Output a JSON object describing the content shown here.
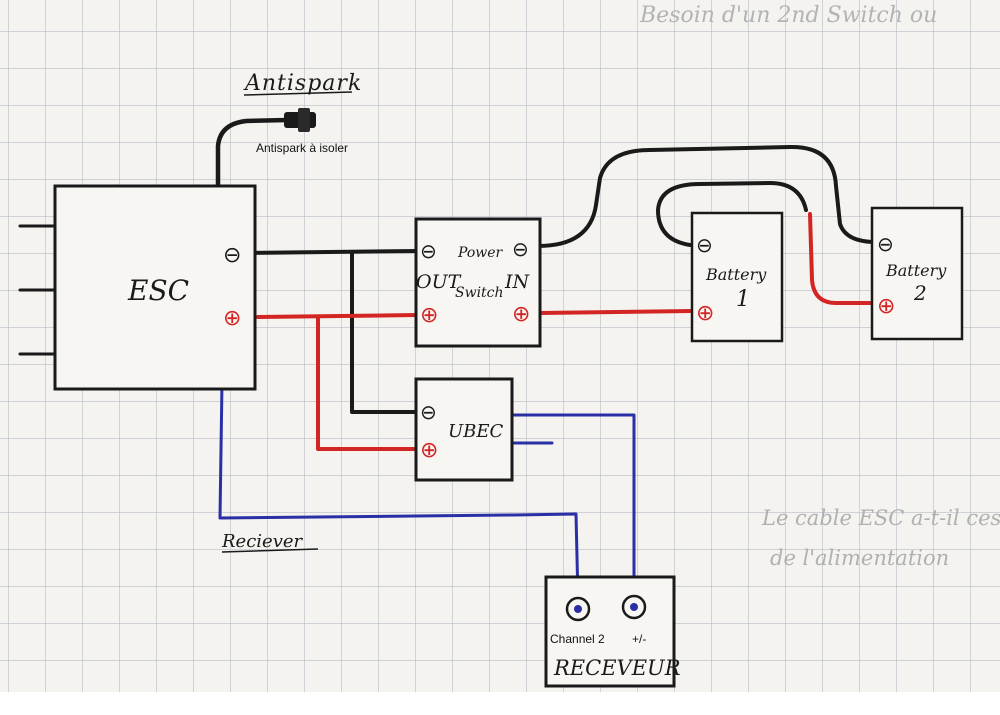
{
  "page": {
    "title_handwritten": "Antispark",
    "note_top_right": "Besoin d'un 2nd Switch ou",
    "note_right_line1": "Le cable ESC a-t-il ces",
    "note_right_line2": "de l'alimentation"
  },
  "labels": {
    "antispark_note": "Antispark à isoler",
    "esc": "ESC",
    "switch_out": "OUT",
    "switch_in": "IN",
    "switch_power": "Power",
    "switch_word": "Switch",
    "battery1_name": "Battery",
    "battery1_num": "1",
    "battery2_name": "Battery",
    "battery2_num": "2",
    "ubec": "UBEC",
    "reciever_wire": "Reciever",
    "receiver_box": "RECEVEUR",
    "channel2": "Channel 2",
    "plusminus": "+/-",
    "minus": "⊖",
    "plus": "⊕"
  },
  "colors": {
    "ink": "#1a1a1a",
    "grid": "#b9bcc6",
    "red_wire": "#d42525",
    "blue_wire": "#2a2fa6",
    "pencil": "#a6a6a6",
    "paper": "#f4f3ef"
  }
}
